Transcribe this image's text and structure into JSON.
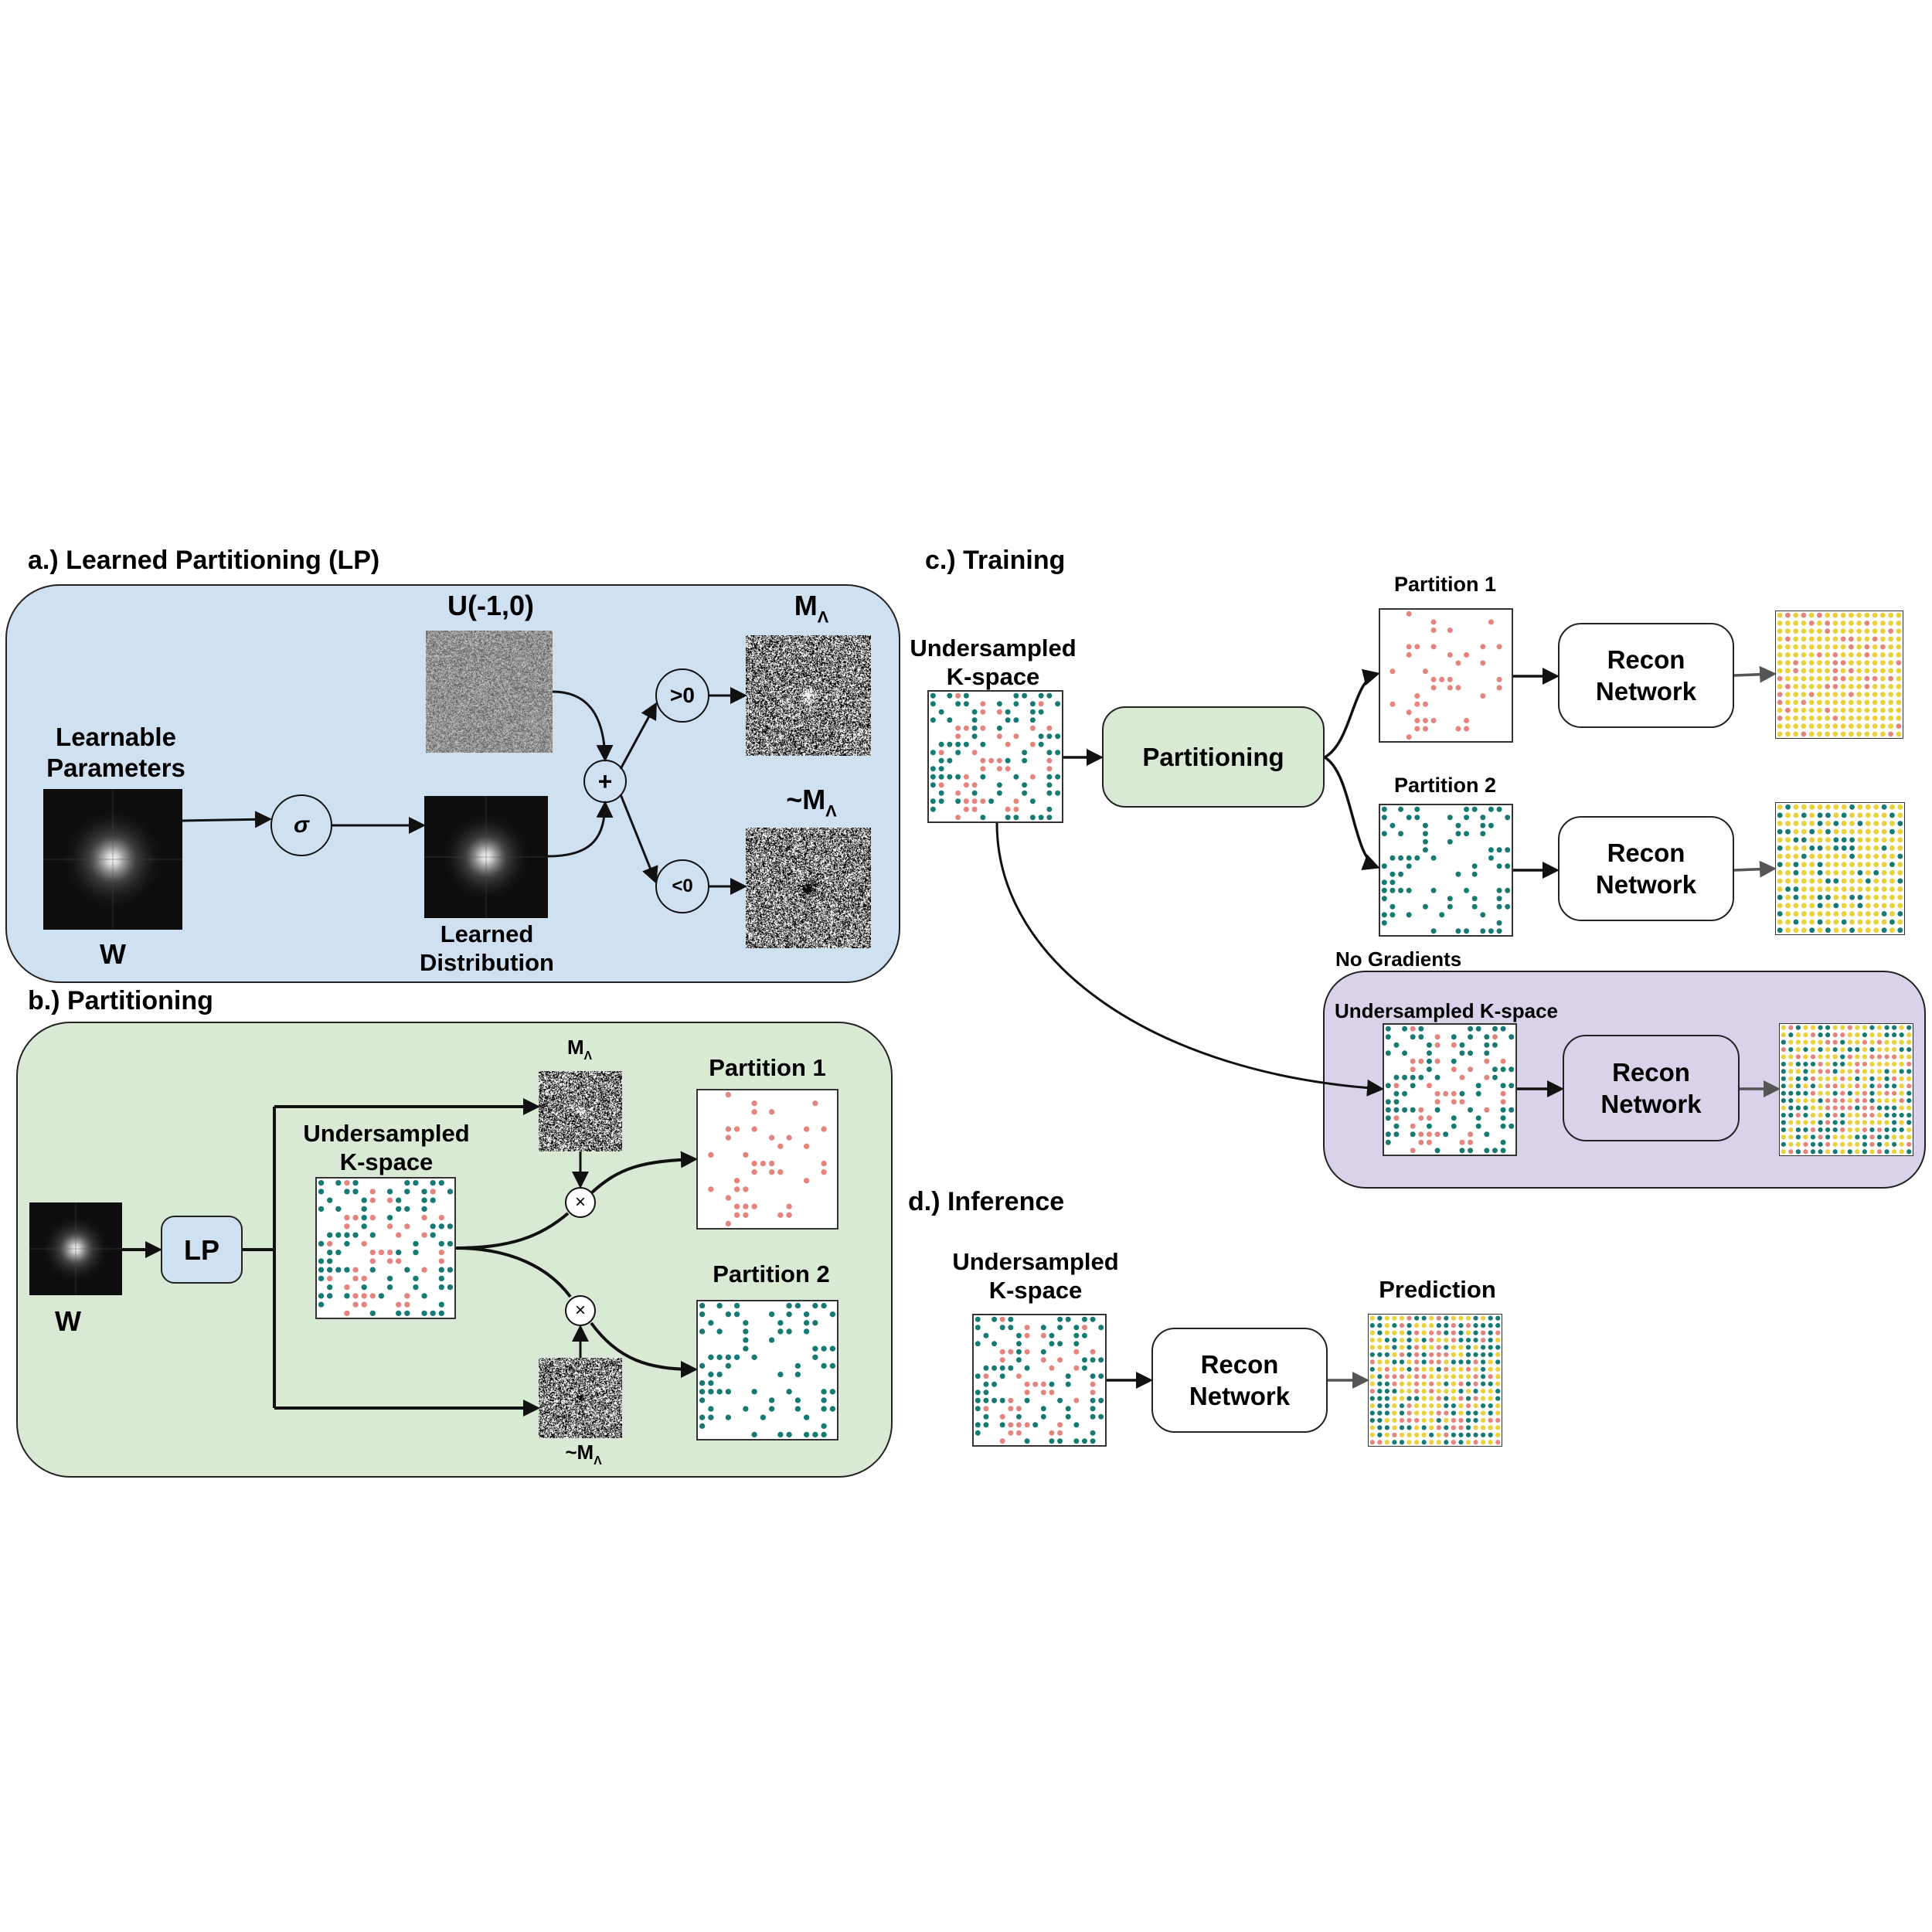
{
  "colors": {
    "panel_lp_bg": "#cfe0f1",
    "panel_partitioning_bg": "#d8e9d4",
    "panel_no_gradients_bg": "#d9d2e9",
    "partitioning_box_bg": "#d8e9d4",
    "lp_box_bg": "#cfe0f1",
    "dot_pink": "#e4847c",
    "dot_teal": "#157a73",
    "dot_yellow": "#ead03b"
  },
  "panel_a": {
    "title": "a.) Learned Partitioning (LP)",
    "noise_label": "U(-1,0)",
    "learnable_label": "Learnable Parameters",
    "w_label": "W",
    "sigma_symbol": "σ",
    "plus_symbol": "+",
    "learned_distribution_label": "Learned Distribution",
    "gt_symbol": ">0",
    "lt_symbol": "<0",
    "mask_label_main": "M",
    "mask_label_sub": "Λ",
    "mask_inv_label_main": "~M",
    "mask_inv_label_sub": "Λ"
  },
  "panel_b": {
    "title": "b.)  Partitioning",
    "w_label": "W",
    "lp_label": "LP",
    "kspace_label_line1": "Undersampled",
    "kspace_label_line2": "K-space",
    "mask_label_main": "M",
    "mask_label_sub": "Λ",
    "mask_inv_label_main": "~M",
    "mask_inv_label_sub": "Λ",
    "times_symbol": "×",
    "partition1_label": "Partition 1",
    "partition2_label": "Partition 2"
  },
  "panel_c": {
    "title": "c.) Training",
    "kspace_label_line1": "Undersampled",
    "kspace_label_line2": "K-space",
    "partitioning_label": "Partitioning",
    "partition1_label": "Partition 1",
    "partition2_label": "Partition 2",
    "recon_label_line1": "Recon",
    "recon_label_line2": "Network",
    "no_gradients_label": "No Gradients",
    "no_grad_kspace_label": "Undersampled K-space"
  },
  "panel_d": {
    "title": "d.) Inference",
    "kspace_label_line1": "Undersampled",
    "kspace_label_line2": "K-space",
    "recon_label_line1": "Recon",
    "recon_label_line2": "Network",
    "prediction_label": "Prediction"
  }
}
